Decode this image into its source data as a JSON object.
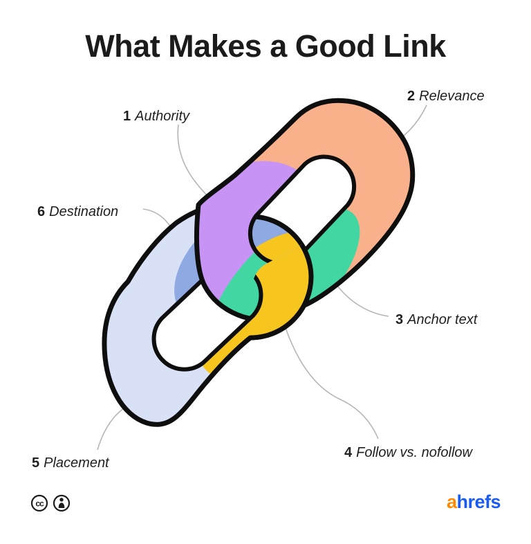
{
  "title": "What Makes a Good Link",
  "labels": [
    {
      "num": "1",
      "name": "Authority"
    },
    {
      "num": "2",
      "name": "Relevance"
    },
    {
      "num": "3",
      "name": "Anchor text"
    },
    {
      "num": "4",
      "name": "Follow vs. nofollow"
    },
    {
      "num": "5",
      "name": "Placement"
    },
    {
      "num": "6",
      "name": "Destination"
    }
  ],
  "chain": {
    "upper_link_segments": [
      "relevance (peach body)",
      "authority (purple end cap)",
      "anchor text (green band on lower bar)"
    ],
    "lower_link_segments": [
      "placement (pale blue body)",
      "follow vs. nofollow (yellow end cap)",
      "destination (blue band on upper bar)"
    ]
  },
  "colors": {
    "relevance_peach": "#F9B18C",
    "authority_purple": "#C794F5",
    "anchor_green": "#42D6A3",
    "destination_blue": "#8FA9E2",
    "placement_pale": "#D8E1F6",
    "follow_yellow": "#F7C61E",
    "outline": "#0E0E0E",
    "connector": "#B5B5B5",
    "brand_orange": "#FF8A00",
    "brand_blue": "#1A5CF0",
    "text": "#1C1C1C"
  },
  "footer": {
    "license_icons": [
      "cc-icon",
      "attribution-icon"
    ],
    "brand_prefix": "a",
    "brand_suffix": "hrefs"
  }
}
